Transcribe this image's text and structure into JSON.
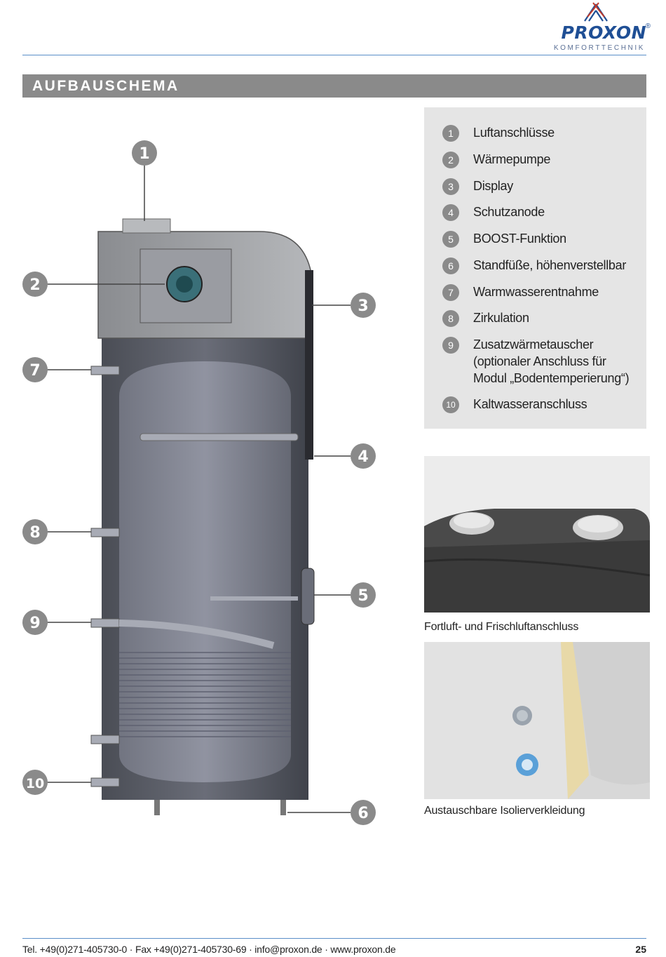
{
  "brand": {
    "name": "PROXON",
    "registered": "®",
    "tagline": "KOMFORTTECHNIK"
  },
  "section_title": "AUFBAUSCHEMA",
  "diagram": {
    "callouts": [
      "1",
      "2",
      "3",
      "4",
      "5",
      "6",
      "7",
      "8",
      "9",
      "10"
    ]
  },
  "legend": [
    {
      "num": "1",
      "text": "Luftanschlüsse"
    },
    {
      "num": "2",
      "text": "Wärmepumpe"
    },
    {
      "num": "3",
      "text": "Display"
    },
    {
      "num": "4",
      "text": "Schutzanode"
    },
    {
      "num": "5",
      "text": "BOOST-Funktion"
    },
    {
      "num": "6",
      "text": "Standfüße, höhenverstellbar"
    },
    {
      "num": "7",
      "text": "Warmwasserentnahme"
    },
    {
      "num": "8",
      "text": "Zirkulation"
    },
    {
      "num": "9",
      "text": "Zusatzwärmetauscher\n(optionaler Anschluss für\nModul „Bodentemperierung“)"
    },
    {
      "num": "10",
      "text": "Kaltwasseranschluss"
    }
  ],
  "photos": [
    {
      "caption": "Fortluft- und Frischluftanschluss"
    },
    {
      "caption": "Austauschbare Isolierverkleidung"
    }
  ],
  "footer": {
    "contact": "Tel. +49(0)271-405730-0 · Fax +49(0)271-405730-69 · info@proxon.de · www.proxon.de",
    "page": "25"
  },
  "colors": {
    "brand_blue": "#1f4f95",
    "rule_blue": "#5a8fc8",
    "bar_gray": "#8a8a8a",
    "legend_bg": "#e5e5e5"
  }
}
